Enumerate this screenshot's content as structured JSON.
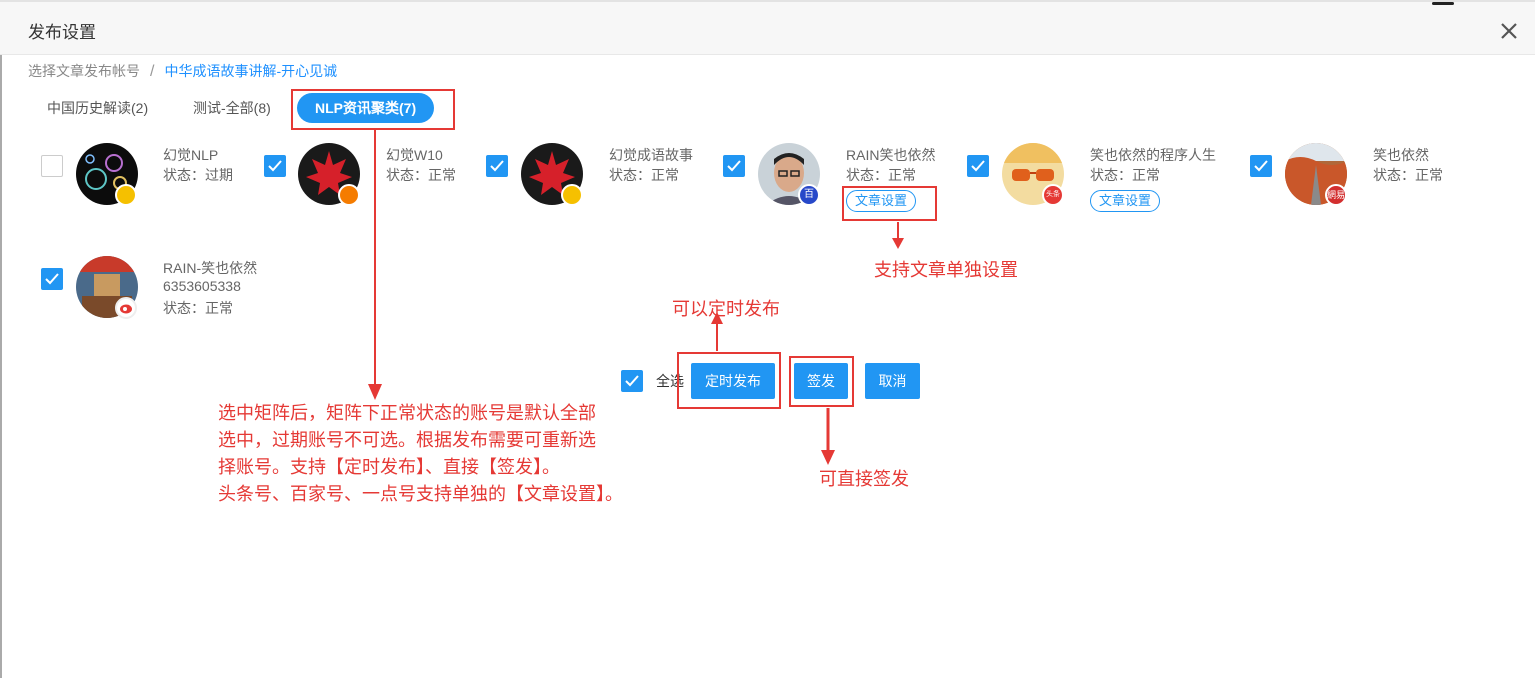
{
  "dialog": {
    "title": "发布设置"
  },
  "breadcrumb": {
    "root": "选择文章发布帐号",
    "separator": "/",
    "current": "中华成语故事讲解-开心见诚"
  },
  "tabs": [
    {
      "label": "中国历史解读(2)",
      "active": false
    },
    {
      "label": "测试-全部(8)",
      "active": false
    },
    {
      "label": "NLP资讯聚类(7)",
      "active": true
    }
  ],
  "accounts": [
    {
      "name": "幻觉NLP",
      "status": "状态：过期",
      "checked": false,
      "platform_icon": "uc-icon"
    },
    {
      "name": "幻觉W10",
      "status": "状态：正常",
      "checked": true,
      "platform_icon": "sohu-icon"
    },
    {
      "name": "幻觉成语故事",
      "status": "状态：正常",
      "checked": true,
      "platform_icon": "penguin-icon"
    },
    {
      "name": "RAIN笑也依然",
      "status": "状态：正常",
      "checked": true,
      "platform_icon": "baijia-icon",
      "settings": "文章设置"
    },
    {
      "name": "笑也依然的程序人生",
      "status": "状态：正常",
      "checked": true,
      "platform_icon": "toutiao-icon",
      "settings": "文章设置"
    },
    {
      "name": "笑也依然",
      "status": "状态：正常",
      "checked": true,
      "platform_icon": "netease-icon"
    },
    {
      "name": "RAIN-笑也依然",
      "id": "6353605338",
      "status": "状态：正常",
      "checked": true,
      "platform_icon": "weibo-icon"
    }
  ],
  "badges": {
    "toutiao": "头条",
    "netease": "網易",
    "baijia": "百"
  },
  "actions": {
    "select_all": "全选",
    "schedule": "定时发布",
    "publish": "签发",
    "cancel": "取消"
  },
  "annotations": {
    "settings_note": "支持文章单独设置",
    "schedule_note": "可以定时发布",
    "publish_note": "可直接签发",
    "main_note": [
      "选中矩阵后，矩阵下正常状态的账号是默认全部",
      "选中，过期账号不可选。根据发布需要可重新选",
      "择账号。支持【定时发布】、直接【签发】。",
      "头条号、百家号、一点号支持单独的【文章设置】。"
    ]
  },
  "colors": {
    "accent": "#2196f3",
    "annotation": "#e53935"
  }
}
